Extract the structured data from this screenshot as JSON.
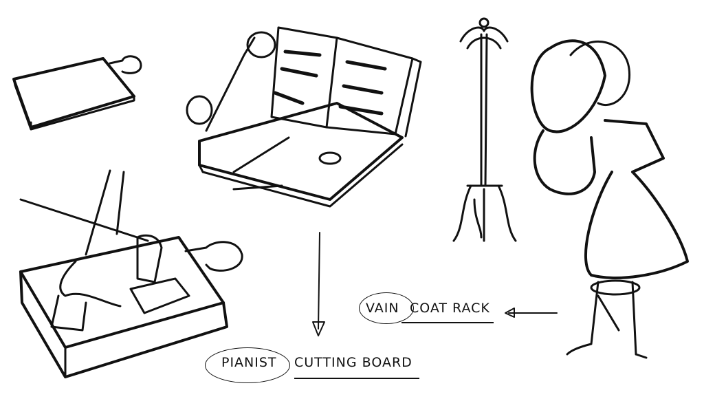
{
  "labels": {
    "pianist": "PIANIST",
    "cutting_board": "CUTTING BOARD",
    "vain": "VAIN",
    "coat_rack": "COAT RACK"
  },
  "colors": {
    "ink": "#111111",
    "paper": "#ffffff"
  }
}
